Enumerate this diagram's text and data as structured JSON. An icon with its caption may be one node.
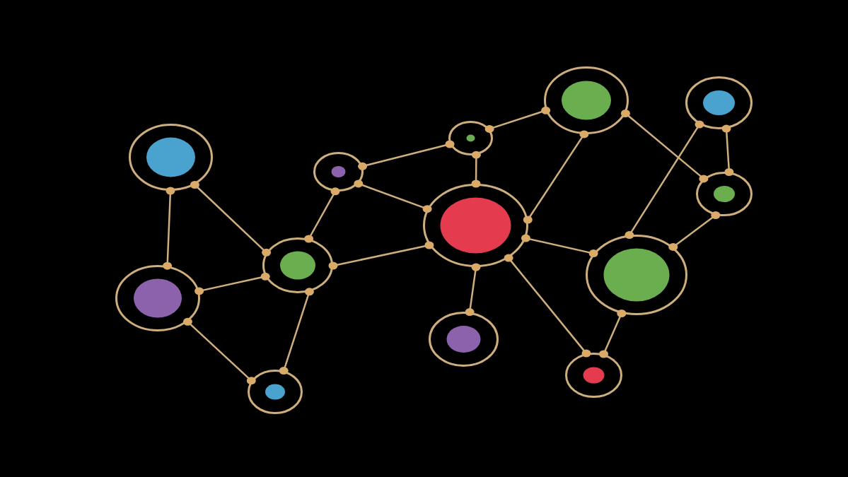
{
  "diagram": {
    "nodes": [
      {
        "text": [],
        "shape": "circle"
      },
      {
        "text": [],
        "shape": "circle"
      },
      {
        "text": [],
        "shape": "circle"
      },
      {
        "text": [],
        "shape": "circle"
      },
      {
        "text": [],
        "shape": "circle"
      },
      {
        "text": [],
        "shape": "circle"
      },
      {
        "text": [],
        "shape": "circle"
      },
      {
        "text": [],
        "shape": "circle"
      },
      {
        "text": [],
        "shape": "circle"
      },
      {
        "text": [],
        "shape": "circle"
      },
      {
        "text": [],
        "shape": "circle"
      },
      {
        "text": [],
        "shape": "circle"
      },
      {
        "text": [],
        "shape": "circle"
      }
    ],
    "edges": [
      {
        "from": 0,
        "to": 1,
        "arrow": "other"
      },
      {
        "from": 0,
        "to": 2,
        "arrow": "other"
      },
      {
        "from": 1,
        "to": 2,
        "arrow": "other"
      },
      {
        "from": 1,
        "to": 3,
        "arrow": "other"
      },
      {
        "from": 2,
        "to": 3,
        "arrow": "other"
      },
      {
        "from": 2,
        "to": 4,
        "arrow": "other"
      },
      {
        "from": 2,
        "to": 6,
        "arrow": "other"
      },
      {
        "from": 4,
        "to": 5,
        "arrow": "other"
      },
      {
        "from": 4,
        "to": 6,
        "arrow": "other"
      },
      {
        "from": 5,
        "to": 8,
        "arrow": "other"
      },
      {
        "from": 5,
        "to": 6,
        "arrow": "other"
      },
      {
        "from": 6,
        "to": 8,
        "arrow": "other"
      },
      {
        "from": 8,
        "to": 12,
        "arrow": "other"
      },
      {
        "from": 11,
        "to": 12,
        "arrow": "other"
      },
      {
        "from": 11,
        "to": 10,
        "arrow": "other"
      },
      {
        "from": 12,
        "to": 10,
        "arrow": "other"
      },
      {
        "from": 6,
        "to": 10,
        "arrow": "other"
      },
      {
        "from": 6,
        "to": 7,
        "arrow": "other"
      },
      {
        "from": 6,
        "to": 9,
        "arrow": "other"
      },
      {
        "from": 10,
        "to": 9,
        "arrow": "other"
      }
    ]
  }
}
